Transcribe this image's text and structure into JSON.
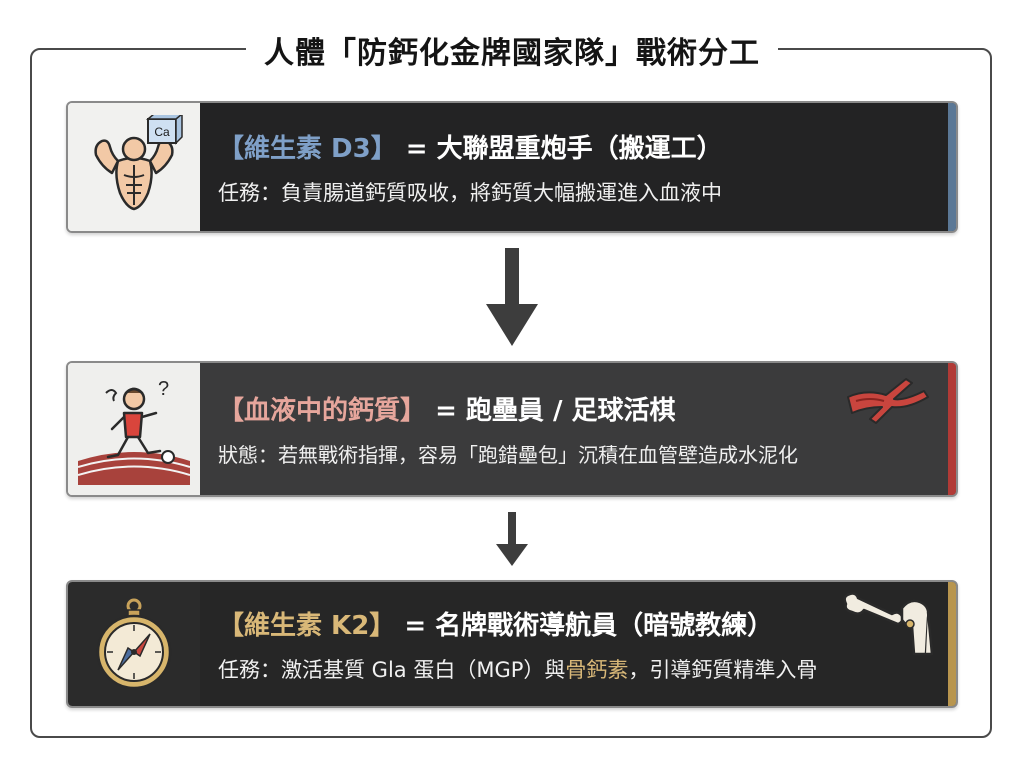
{
  "title": "人體「防鈣化金牌國家隊」戰術分工",
  "cards": [
    {
      "key": "【維生素 D3】",
      "eq": " = 大聯盟重炮手（搬運工）",
      "detail": "任務：負責腸道鈣質吸收，將鈣質大幅搬運進入血液中",
      "icon": "muscle-man-icon",
      "badge": "Ca",
      "key_color": "#7fa0c8",
      "accent_color": "#5b7896"
    },
    {
      "key": "【血液中的鈣質】",
      "eq": " = 跑壘員 / 足球活棋",
      "detail": "狀態：若無戰術指揮，容易「跑錯壘包」沉積在血管壁造成水泥化",
      "icon": "confused-runner-icon",
      "mark": "?",
      "key_color": "#e6a69c",
      "accent_color": "#b13a36",
      "side_icon": "blood-vessel-icon"
    },
    {
      "key": "【維生素 K2】",
      "eq": " = 名牌戰術導航員（暗號教練）",
      "detail_pre": "任務：激活基質 Gla 蛋白（MGP）與",
      "detail_hl": "骨鈣素",
      "detail_post": "，引導鈣質精準入骨",
      "icon": "compass-icon",
      "key_color": "#d9b878",
      "hl_color": "#d9b878",
      "accent_color": "#b8954e",
      "side_icon": "bone-joint-icon"
    }
  ]
}
